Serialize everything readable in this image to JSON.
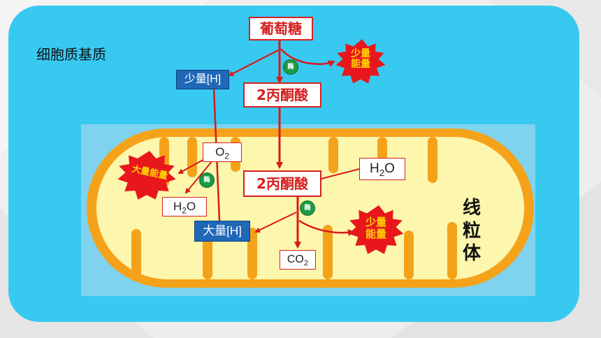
{
  "cytoplasm_label": "细胞质基质",
  "glucose": "葡萄糖",
  "pyruvate_top": "2丙酮酸",
  "pyruvate_mito": "2丙酮酸",
  "small_h_top": "少量[H]",
  "large_h": "大量[H]",
  "o2": {
    "base": "O",
    "sub": "2"
  },
  "h2o_left": {
    "base": "H",
    "sub": "2",
    "tail": "O"
  },
  "h2o_right": {
    "base": "H",
    "sub": "2",
    "tail": "O"
  },
  "co2": {
    "base": "CO",
    "sub": "2"
  },
  "enzyme_label": "酶",
  "burst_small_top": {
    "line1": "少量",
    "line2": "能量"
  },
  "burst_small_mid": {
    "line1": "少量",
    "line2": "能量"
  },
  "burst_large": "大量能量",
  "mito_label": [
    "线",
    "粒",
    "体"
  ],
  "colors": {
    "cytoplasm": "#38c9f1",
    "mito_outer": "#f5a21b",
    "mito_inner": "#fdf6ad",
    "arrow": "#d71a1a",
    "burst": "#e8171c",
    "burst_text": "#ffd400",
    "enzyme": "#1c9b45",
    "blue_box": "#1f68b8"
  }
}
